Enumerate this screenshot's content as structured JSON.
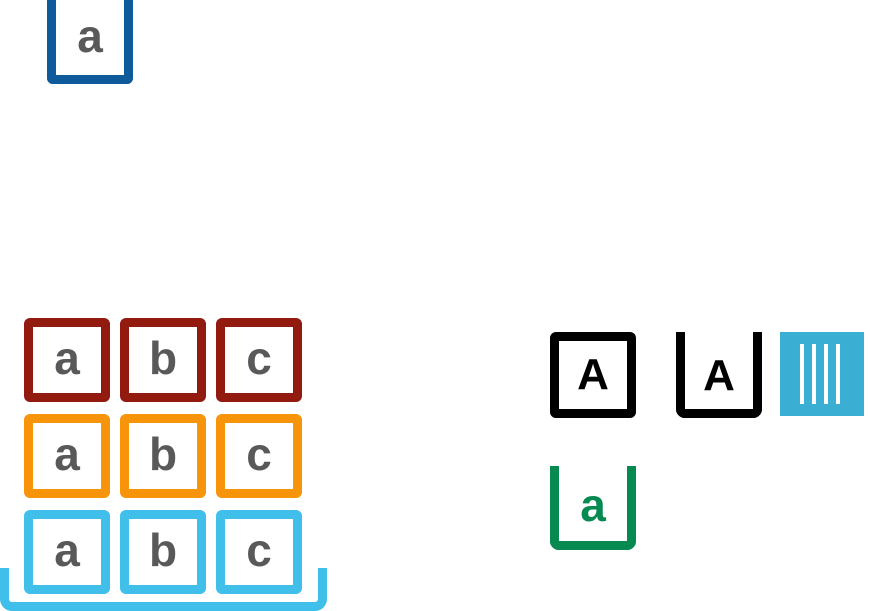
{
  "colors": {
    "single_box": "#0f5a9b",
    "row_1": "#931a0e",
    "row_2": "#f7940a",
    "row_3": "#3fbfe9",
    "tray": "#3fbfe9",
    "black_box": "#000000",
    "cup_green": "#068a52",
    "barred_fill": "#3aafd3",
    "letter_grey": "#595959"
  },
  "single": {
    "label": "a"
  },
  "grid": {
    "rows": [
      {
        "cells": [
          "a",
          "b",
          "c"
        ]
      },
      {
        "cells": [
          "a",
          "b",
          "c"
        ]
      },
      {
        "cells": [
          "a",
          "b",
          "c"
        ]
      }
    ]
  },
  "right": {
    "boxed_letter": "A",
    "cup_letter": "A",
    "green_cup_letter": "a"
  }
}
